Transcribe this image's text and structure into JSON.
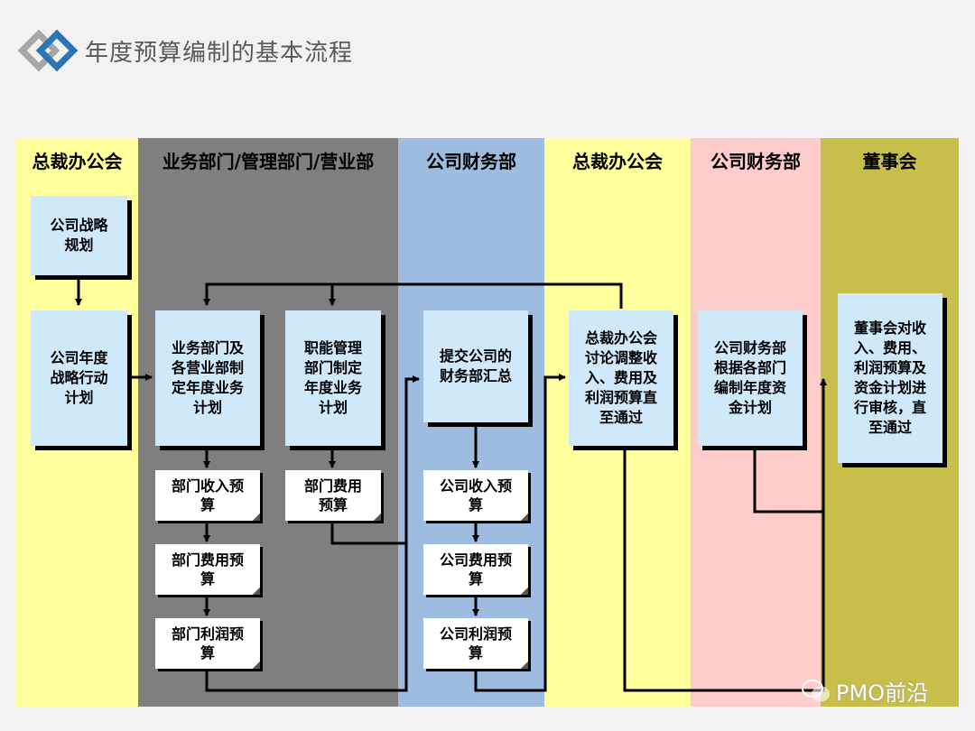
{
  "title": "年度预算编制的基本流程",
  "colors": {
    "lane_yellow": "#ffff9c",
    "lane_gray": "#7f7f7f",
    "lane_blue": "#9dbce0",
    "lane_pink": "#ffcccc",
    "lane_olive": "#c7bf4a",
    "box_fill": "#cfe9fb"
  },
  "lanes": [
    {
      "title": "总裁办公会"
    },
    {
      "title": "业务部门/管理部门/营业部"
    },
    {
      "title": "公司财务部"
    },
    {
      "title": "总裁办公会"
    },
    {
      "title": "公司财务部"
    },
    {
      "title": "董事会"
    }
  ],
  "boxes": {
    "strategy_plan": "公司战略\n规划",
    "annual_strategy": "公司年度\n战略行动\n计划",
    "business_plan": "业务部门及\n各营业部制\n定年度业务\n计划",
    "function_plan": "职能管理\n部门制定\n年度业务\n计划",
    "submit_summary": "提交公司的\n财务部汇总",
    "president_discuss": "总裁办公会\n讨论调整收\n入、费用及\n利润预算直\n至通过",
    "finance_capital": "公司财务部\n根据各部门\n编制年度资\n金计划",
    "board_review": "董事会对收\n入、费用、\n利润预算及\n资金计划进\n行审核，直\n至通过"
  },
  "subs": {
    "dept_income": "部门收入预\n算",
    "dept_expense": "部门费用预\n算",
    "dept_profit": "部门利润预\n算",
    "dept_expense2": "部门费用\n预算",
    "co_income": "公司收入预\n算",
    "co_expense": "公司费用预\n算",
    "co_profit": "公司利润预\n算"
  },
  "watermark": "PMO前沿"
}
